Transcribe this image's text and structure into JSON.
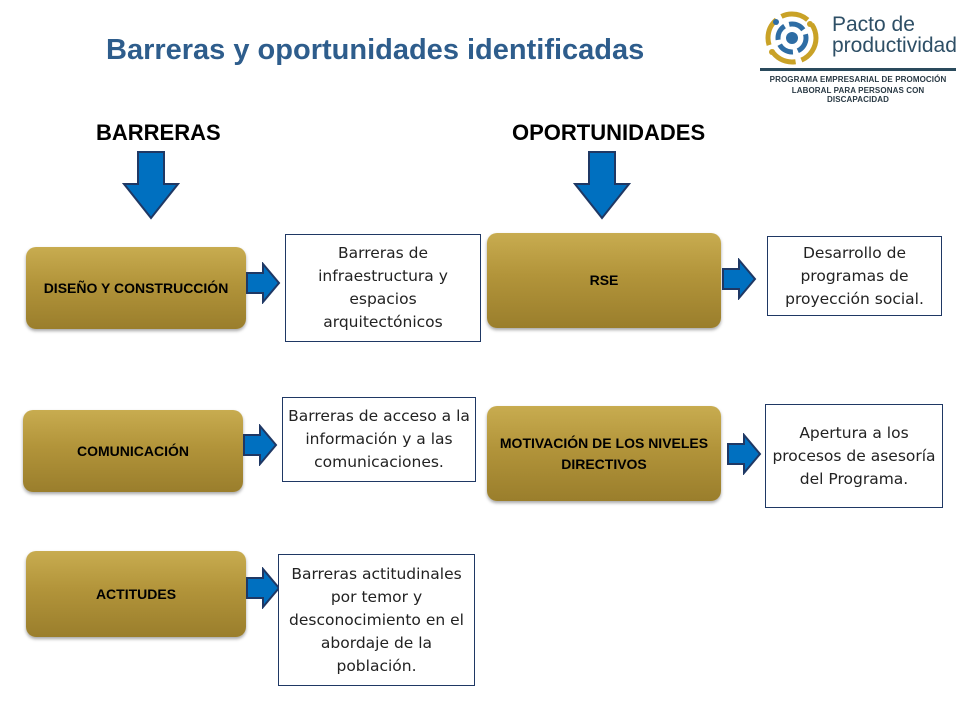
{
  "title": "Barreras y oportunidades identificadas",
  "logo": {
    "line1": "Pacto de",
    "line2": "productividad",
    "sub1": "PROGRAMA EMPRESARIAL DE PROMOCIÓN",
    "sub2": "LABORAL PARA PERSONAS CON DISCAPACIDAD"
  },
  "columns": {
    "barreras": "BARRERAS",
    "oportunidades": "OPORTUNIDADES"
  },
  "barreras": [
    {
      "label": "DISEÑO Y CONSTRUCCIÓN",
      "description": "Barreras de infraestructura y espacios arquitectónicos"
    },
    {
      "label": "COMUNICACIÓN",
      "description": "Barreras  de acceso a la información  y a las comunicaciones."
    },
    {
      "label": "ACTITUDES",
      "description": "Barreras actitudinales por temor y desconocimiento en el abordaje de la población."
    }
  ],
  "oportunidades": [
    {
      "label": "RSE",
      "description": "Desarrollo de programas de proyección social."
    },
    {
      "label": "MOTIVACIÓN  DE LOS NIVELES DIRECTIVOS",
      "description": "Apertura a los procesos de asesoría del Programa."
    }
  ],
  "colors": {
    "title": "#2E5D8C",
    "arrow_fill": "#0070C0",
    "arrow_stroke": "#1F3864",
    "gold": "#B2943A",
    "box_border": "#1F3864"
  },
  "icons": [
    "logo-ring-icon",
    "down-arrow-icon",
    "right-arrow-icon"
  ]
}
